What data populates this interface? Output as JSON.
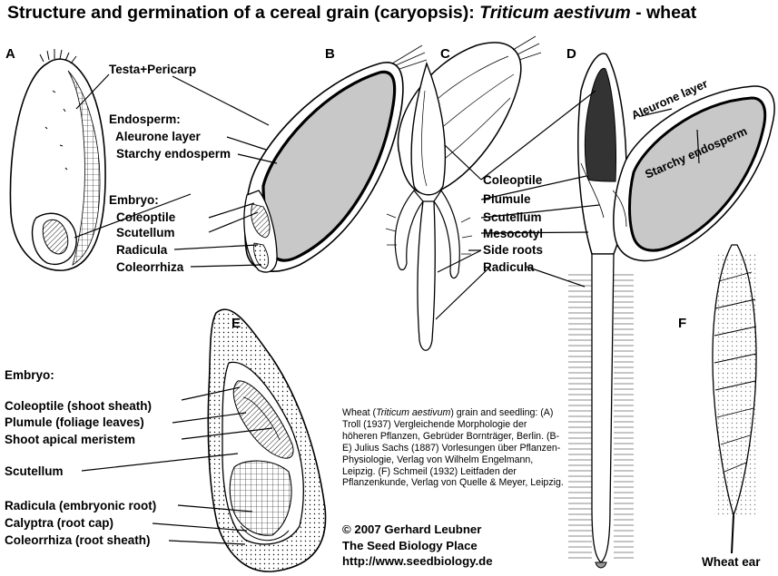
{
  "title": {
    "prefix": "Structure and germination of a cereal grain (caryopsis): ",
    "species": "Triticum aestivum",
    "suffix": " - wheat"
  },
  "panels": {
    "a": "A",
    "b": "B",
    "c": "C",
    "d": "D",
    "e": "E",
    "f": "F"
  },
  "labels": {
    "testa_pericarp": "Testa+Pericarp",
    "endosperm_heading": "Endosperm:",
    "aleurone_layer": "Aleurone layer",
    "starchy_endosperm": "Starchy endosperm",
    "embryo_heading": "Embryo:",
    "coleoptile": "Coleoptile",
    "scutellum": "Scutellum",
    "radicula": "Radicula",
    "coleorrhiza": "Coleorrhiza",
    "c_coleoptile": "Coleoptile",
    "c_plumule": "Plumule",
    "c_scutellum": "Scutellum",
    "c_mesocotyl": "Mesocotyl",
    "c_side_roots": "Side roots",
    "c_radicula": "Radicula",
    "d_aleurone": "Aleurone layer",
    "d_starchy": "Starchy endosperm"
  },
  "embryo_labels": {
    "heading": "Embryo:",
    "coleoptile": "Coleoptile (shoot sheath)",
    "plumule": "Plumule (foliage leaves)",
    "meristem": "Shoot apical meristem",
    "scutellum": "Scutellum",
    "radicula": "Radicula (embryonic root)",
    "calyptra": "Calyptra (root cap)",
    "coleorrhiza": "Coleorrhiza (root sheath)"
  },
  "caption": {
    "pre": "Wheat (",
    "species": "Triticum aestivum",
    "post": ") grain and seedling: (A) Troll (1937) Vergleichende Morphologie der höheren Pflanzen, Gebrüder Bornträger, Berlin. (B-E) Julius Sachs (1887) Vorlesungen über Pflanzen-Physiologie, Verlag von Wilhelm Engelmann, Leipzig. (F) Schmeil (1932) Leitfaden der Pflanzenkunde, Verlag von Quelle & Meyer, Leipzig."
  },
  "credit": {
    "copyright": "© 2007 Gerhard Leubner",
    "site_name": "The Seed Biology Place",
    "url": "http://www.seedbiology.de"
  },
  "wheat_ear_label": "Wheat ear",
  "colors": {
    "endosperm_fill": "#c8c8c8",
    "line": "#000000",
    "background": "#ffffff"
  }
}
